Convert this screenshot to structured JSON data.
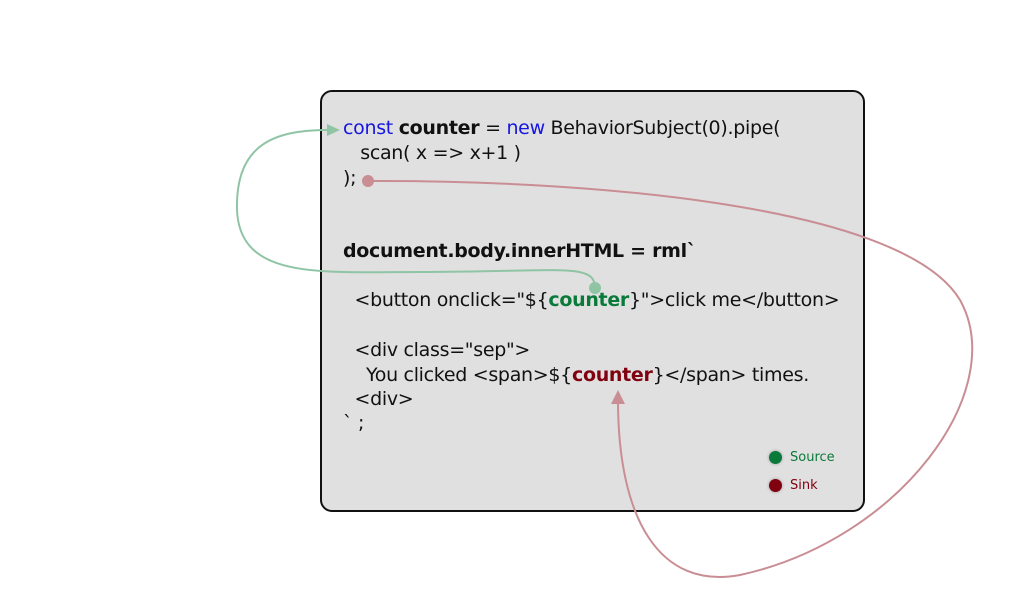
{
  "code": {
    "line1": {
      "kw1": "const",
      "sp1": " ",
      "name": "counter",
      "op": " = ",
      "kw2": "new",
      "rest": " BehaviorSubject(0).pipe("
    },
    "line2": "   scan( x => x+1 )",
    "line3": ");",
    "line4": "document.body.innerHTML = rml`",
    "line5": {
      "pre": "  <button onclick=\"${",
      "var": "counter",
      "post": "}\">click me</button>"
    },
    "line6": "  <div class=\"sep\">",
    "line7": {
      "pre": "    You clicked <span>${",
      "var": "counter",
      "post": "}</span> times."
    },
    "line8": "  <div>",
    "line9": "` ;"
  },
  "legend": {
    "source_label": "Source",
    "sink_label": "Sink",
    "source_color": "#0a7a3a",
    "sink_color": "#800010"
  },
  "arrows": {
    "source_arrow_color": "#8fc4a4",
    "sink_arrow_color": "#c98e94"
  }
}
